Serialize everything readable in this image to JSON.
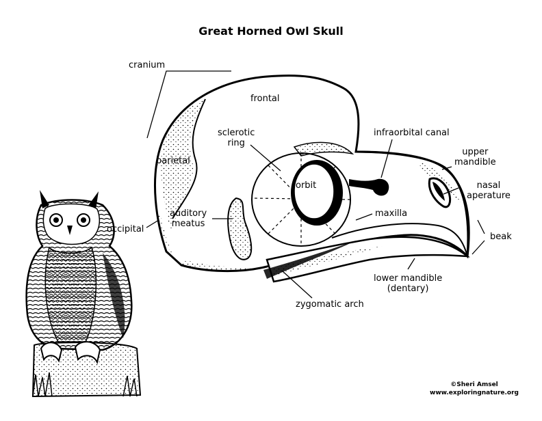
{
  "title": "Great Horned Owl Skull",
  "labels": {
    "cranium": "cranium",
    "frontal": "frontal",
    "sclerotic_ring": "sclerotic\nring",
    "infraorbital_canal": "infraorbital canal",
    "upper_mandible": "upper\nmandible",
    "nasal_aperature": "nasal\naperature",
    "parietal": "parietal",
    "orbit": "orbit",
    "auditory_meatus": "auditory\nmeatus",
    "occipital": "occipital",
    "maxilla": "maxilla",
    "beak": "beak",
    "lower_mandible": "lower mandible\n(dentary)",
    "zygomatic_arch": "zygomatic arch"
  },
  "credit": {
    "author": "©Sheri Amsel",
    "website": "www.exploringnature.org"
  }
}
